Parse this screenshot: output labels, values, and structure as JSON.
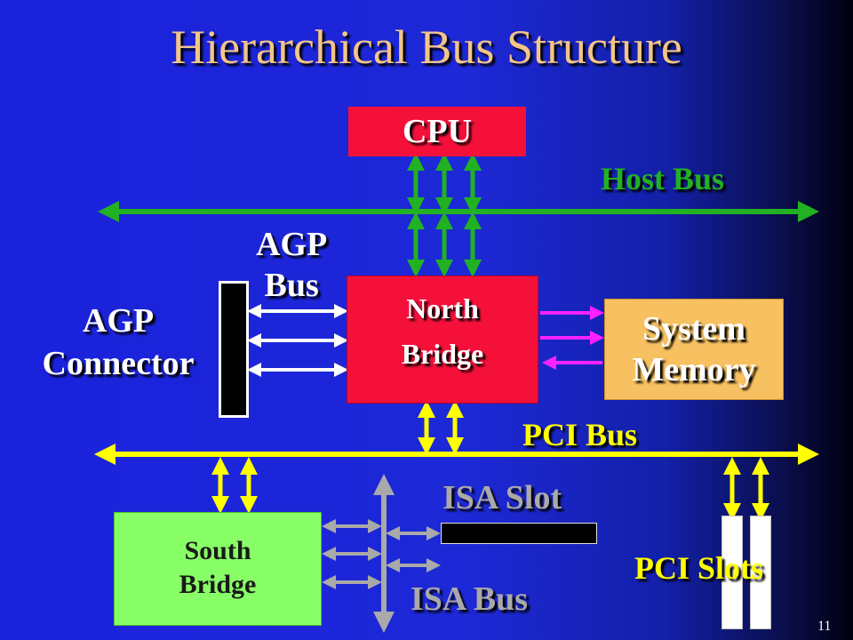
{
  "title": "Hierarchical Bus Structure",
  "components": {
    "cpu": "CPU",
    "north_bridge": [
      "North",
      "Bridge"
    ],
    "system_memory": [
      "System",
      "Memory"
    ],
    "south_bridge": [
      "South",
      "Bridge"
    ],
    "agp_connector": [
      "AGP",
      "Connector"
    ]
  },
  "buses": {
    "host_bus": "Host Bus",
    "agp_bus": [
      "AGP",
      "Bus"
    ],
    "pci_bus": "PCI Bus",
    "isa_bus": "ISA Bus"
  },
  "slots": {
    "isa_slot": "ISA Slot",
    "pci_slots": "PCI Slots"
  },
  "colors": {
    "host_bus": "#22b122",
    "pci_bus": "#ffff00",
    "isa_bus": "#a9a9a9",
    "memory_link": "#ff22ff",
    "cpu": "#f5103a",
    "north_bridge": "#f5103a",
    "system_memory": "#f7c060",
    "south_bridge": "#88ff66"
  },
  "page_number": "11"
}
